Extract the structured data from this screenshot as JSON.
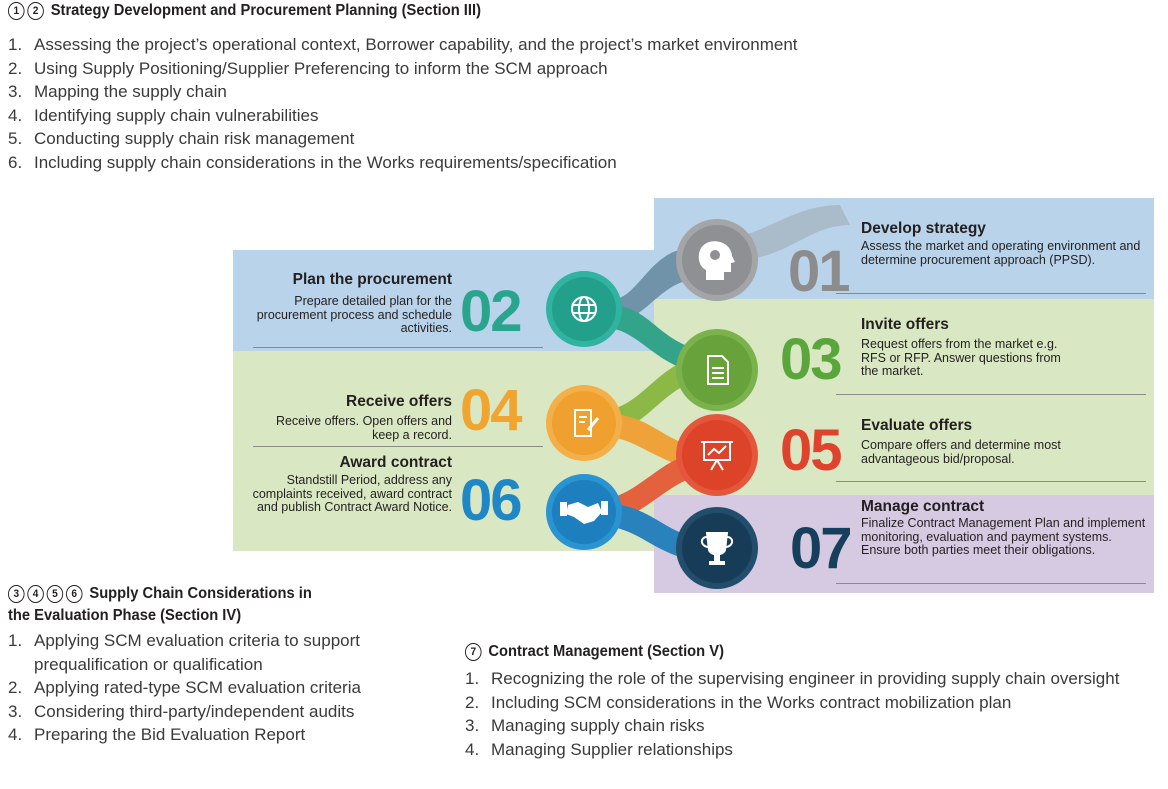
{
  "section_a": {
    "markers": [
      "1",
      "2"
    ],
    "title": "Strategy Development and Procurement Planning (Section III)",
    "items": [
      {
        "num": "1.",
        "text": "Assessing the project’s operational context, Borrower capability, and the project’s market environment"
      },
      {
        "num": "2.",
        "text": "Using Supply Positioning/Supplier Preferencing to inform the SCM approach"
      },
      {
        "num": "3.",
        "text": "Mapping the supply chain"
      },
      {
        "num": "4.",
        "text": "Identifying supply chain vulnerabilities"
      },
      {
        "num": "5.",
        "text": "Conducting supply chain risk management"
      },
      {
        "num": "6.",
        "text": "Including supply chain considerations in the Works requirements/specification"
      }
    ]
  },
  "stages": [
    {
      "num": "01",
      "title": "Develop strategy",
      "desc": "Assess the market and operating environment and determine procurement approach (PPSD).",
      "color": "#8c8c8c",
      "band": "#b8d3ea",
      "icon": "head-icon"
    },
    {
      "num": "02",
      "title": "Plan the procurement",
      "desc": "Prepare detailed plan for the procurement process and schedule activities.",
      "color": "#2aa58d",
      "band": "#b8d3ea",
      "icon": "globe-icon"
    },
    {
      "num": "03",
      "title": "Invite offers",
      "desc": "Request offers from the market e.g. RFS or RFP. Answer questions from the market.",
      "color": "#5aa63c",
      "band": "#d9e8c3",
      "icon": "document-icon"
    },
    {
      "num": "04",
      "title": "Receive offers",
      "desc": "Receive offers. Open offers and keep a record.",
      "color": "#f1a531",
      "band": "#d9e8c3",
      "icon": "edit-document-icon"
    },
    {
      "num": "05",
      "title": "Evaluate offers",
      "desc": "Compare offers and determine most advantageous bid/proposal.",
      "color": "#e0432d",
      "band": "#d9e8c3",
      "icon": "presentation-icon"
    },
    {
      "num": "06",
      "title": "Award contract",
      "desc": "Standstill Period, address any complaints received, award contract and publish Contract Award Notice.",
      "color": "#1f87c6",
      "band": "#d9e8c3",
      "icon": "handshake-icon"
    },
    {
      "num": "07",
      "title": "Manage contract",
      "desc": "Finalize Contract Management Plan and implement monitoring, evaluation and payment systems. Ensure both parties meet their obligations.",
      "color": "#163f5b",
      "band": "#d6c9e2",
      "icon": "trophy-icon"
    }
  ],
  "section_b": {
    "markers": [
      "3",
      "4",
      "5",
      "6"
    ],
    "title_line1": "Supply Chain Considerations in",
    "title_line2": "the Evaluation Phase (Section IV)",
    "items": [
      {
        "num": "1.",
        "text": "Applying SCM evaluation criteria to support prequalification or qualification"
      },
      {
        "num": "2.",
        "text": "Applying rated-type SCM evaluation criteria"
      },
      {
        "num": "3.",
        "text": "Considering third-party/independent audits"
      },
      {
        "num": "4.",
        "text": "Preparing the Bid Evaluation Report"
      }
    ]
  },
  "section_c": {
    "markers": [
      "7"
    ],
    "title": "Contract Management (Section V)",
    "items": [
      {
        "num": "1.",
        "text": "Recognizing the role of the supervising engineer in providing supply chain oversight"
      },
      {
        "num": "2.",
        "text": "Including SCM considerations in the Works contract mobilization plan"
      },
      {
        "num": "3.",
        "text": "Managing supply chain risks"
      },
      {
        "num": "4.",
        "text": "Managing Supplier relationships"
      }
    ]
  }
}
